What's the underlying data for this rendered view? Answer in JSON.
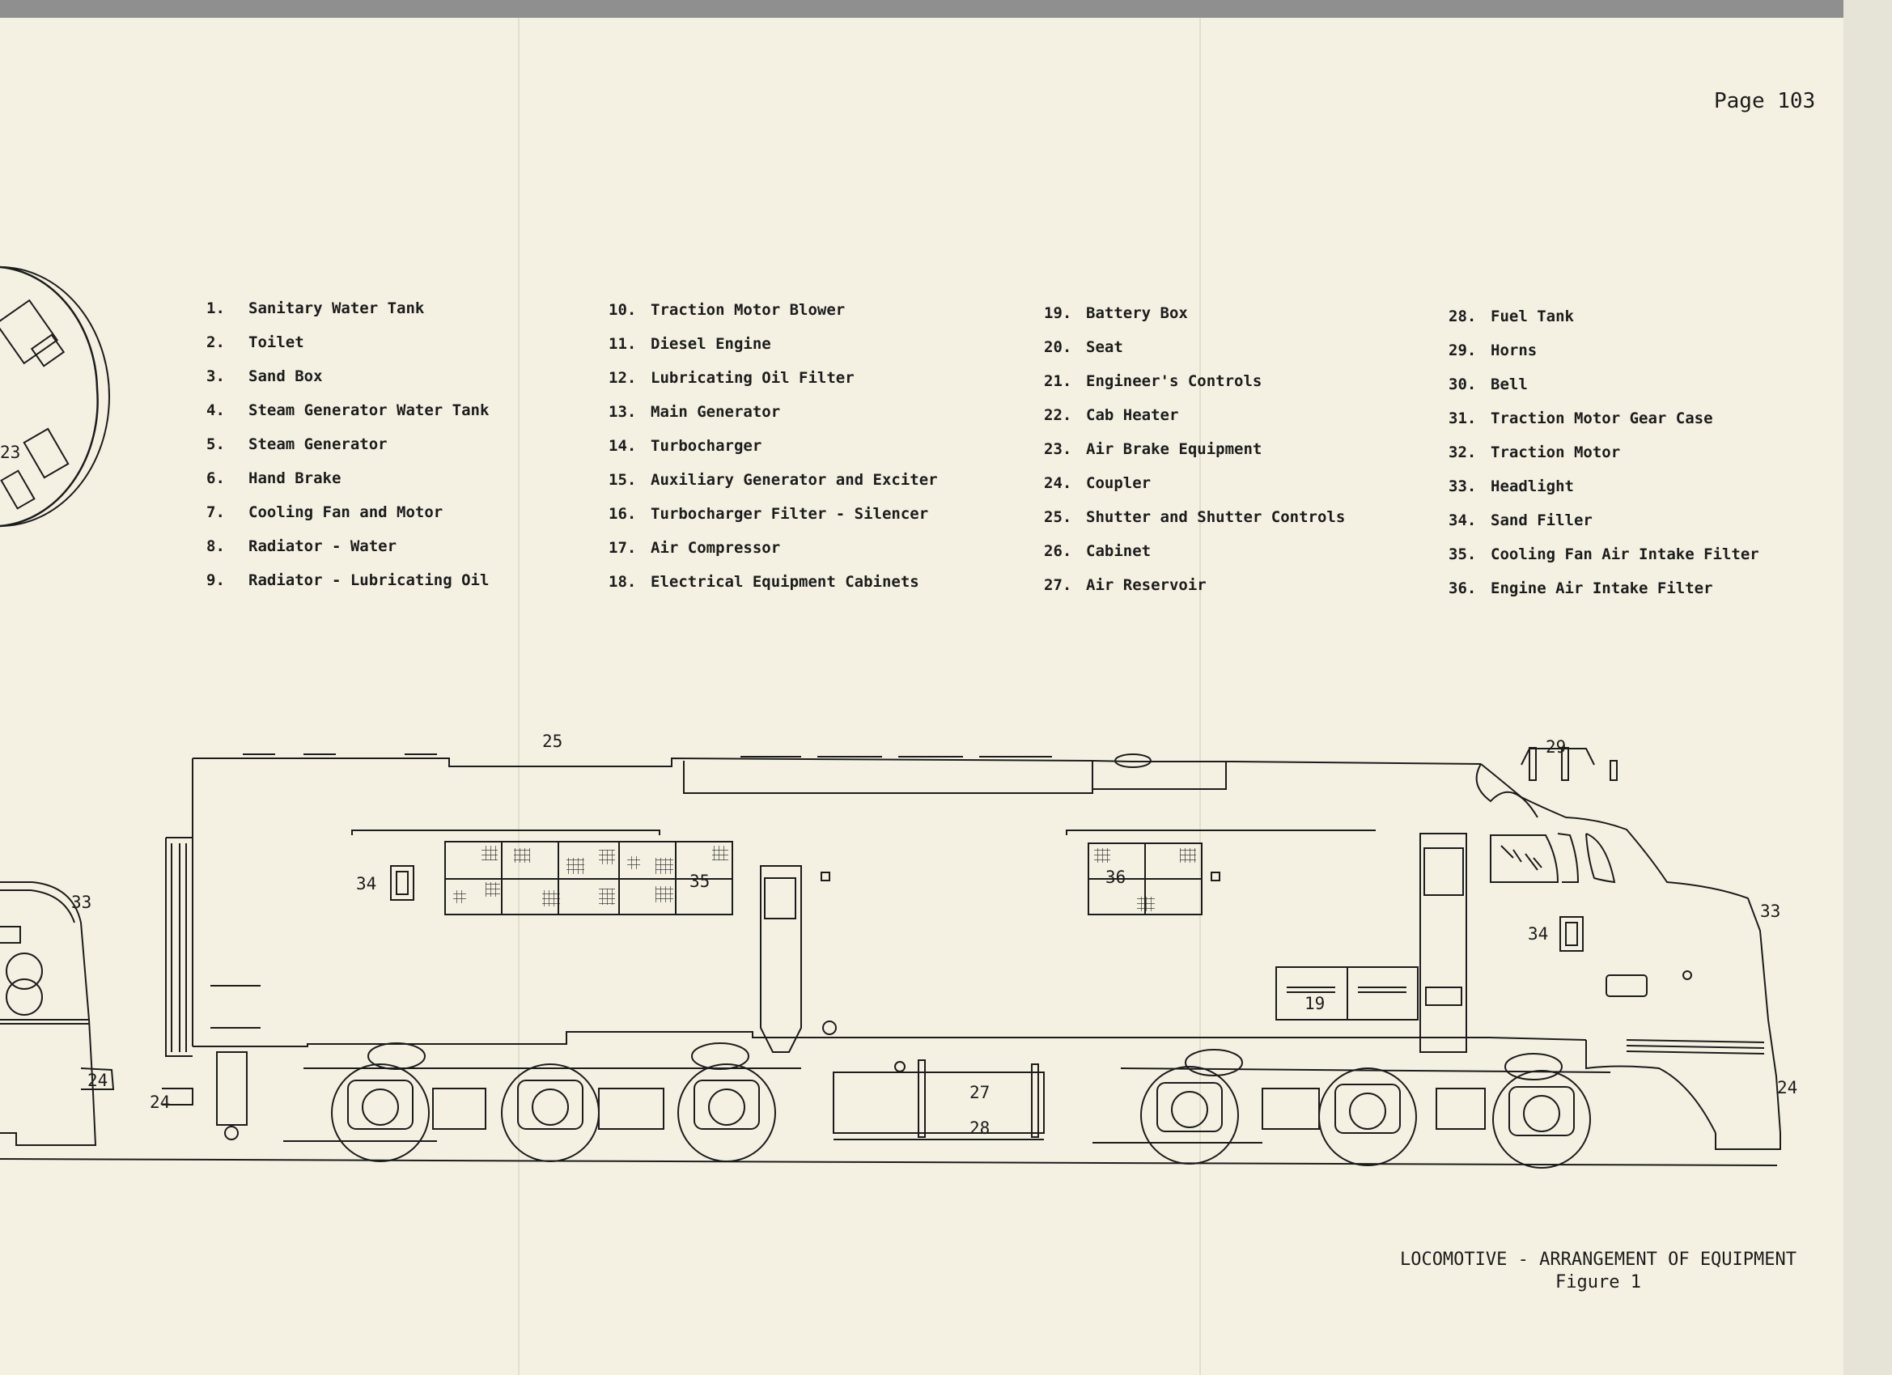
{
  "page": {
    "number_label": "Page 103"
  },
  "legend": [
    [
      {
        "num": "1.",
        "label": "Sanitary Water Tank"
      },
      {
        "num": "2.",
        "label": "Toilet"
      },
      {
        "num": "3.",
        "label": "Sand Box"
      },
      {
        "num": "4.",
        "label": "Steam Generator Water Tank"
      },
      {
        "num": "5.",
        "label": "Steam Generator"
      },
      {
        "num": "6.",
        "label": "Hand Brake"
      },
      {
        "num": "7.",
        "label": "Cooling Fan and Motor"
      },
      {
        "num": "8.",
        "label": "Radiator - Water"
      },
      {
        "num": "9.",
        "label": "Radiator - Lubricating Oil"
      }
    ],
    [
      {
        "num": "10.",
        "label": "Traction Motor Blower"
      },
      {
        "num": "11.",
        "label": "Diesel Engine"
      },
      {
        "num": "12.",
        "label": "Lubricating Oil Filter"
      },
      {
        "num": "13.",
        "label": "Main Generator"
      },
      {
        "num": "14.",
        "label": "Turbocharger"
      },
      {
        "num": "15.",
        "label": "Auxiliary Generator and Exciter"
      },
      {
        "num": "16.",
        "label": "Turbocharger Filter - Silencer"
      },
      {
        "num": "17.",
        "label": "Air Compressor"
      },
      {
        "num": "18.",
        "label": "Electrical Equipment Cabinets"
      }
    ],
    [
      {
        "num": "19.",
        "label": "Battery Box"
      },
      {
        "num": "20.",
        "label": "Seat"
      },
      {
        "num": "21.",
        "label": "Engineer's Controls"
      },
      {
        "num": "22.",
        "label": "Cab Heater"
      },
      {
        "num": "23.",
        "label": "Air Brake Equipment"
      },
      {
        "num": "24.",
        "label": "Coupler"
      },
      {
        "num": "25.",
        "label": "Shutter and Shutter Controls"
      },
      {
        "num": "26.",
        "label": "Cabinet"
      },
      {
        "num": "27.",
        "label": "Air Reservoir"
      }
    ],
    [
      {
        "num": "28.",
        "label": "Fuel Tank"
      },
      {
        "num": "29.",
        "label": "Horns"
      },
      {
        "num": "30.",
        "label": "Bell"
      },
      {
        "num": "31.",
        "label": "Traction Motor Gear Case"
      },
      {
        "num": "32.",
        "label": "Traction Motor"
      },
      {
        "num": "33.",
        "label": "Headlight"
      },
      {
        "num": "34.",
        "label": "Sand Filler"
      },
      {
        "num": "35.",
        "label": "Cooling Fan Air Intake Filter"
      },
      {
        "num": "36.",
        "label": "Engine Air Intake Filter"
      }
    ]
  ],
  "callouts": {
    "c25": "25",
    "c29": "29",
    "c33_left": "33",
    "c33_right": "33",
    "c34_left": "34",
    "c34_right": "34",
    "c35": "35",
    "c36": "36",
    "c19": "19",
    "c27": "27",
    "c28": "28",
    "c24_left": "24",
    "c24_mid": "24",
    "c24_right": "24",
    "c23": "23"
  },
  "caption": {
    "line1": "LOCOMOTIVE - ARRANGEMENT OF EQUIPMENT",
    "line2": "Figure 1"
  },
  "colors": {
    "paper": "#f4f1e2",
    "ink": "#1c1c1c"
  }
}
